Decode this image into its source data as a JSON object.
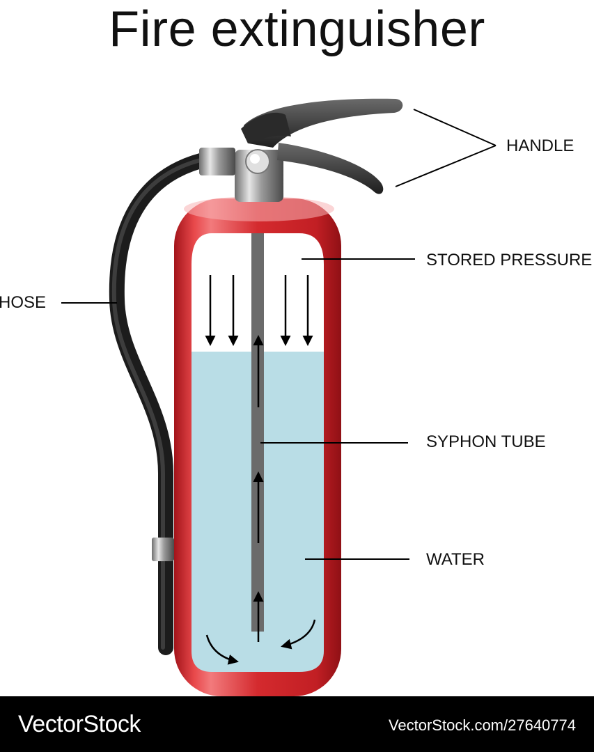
{
  "title": "Fire extinguisher",
  "labels": {
    "handle": "HANDLE",
    "stored_pressure": "STORED PRESSURE",
    "hose": "HOSE",
    "syphon_tube": "SYPHON TUBE",
    "water": "WATER"
  },
  "footer": {
    "brand": "VectorStock",
    "stock_url": "VectorStock.com/27640774"
  },
  "colors": {
    "cylinder": "#d42a2e",
    "water": "#b9dde6",
    "syphon_tube": "#6b6b6b",
    "hose": "#2b2b2b",
    "background": "#ffffff",
    "footer": "#000000"
  }
}
